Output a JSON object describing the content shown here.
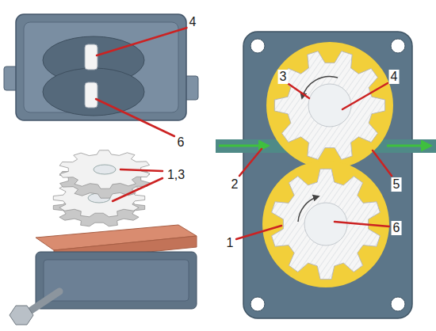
{
  "diagram": {
    "labels": [
      "4",
      "6",
      "1,3",
      "3",
      "4",
      "2",
      "5",
      "1",
      "6"
    ]
  }
}
